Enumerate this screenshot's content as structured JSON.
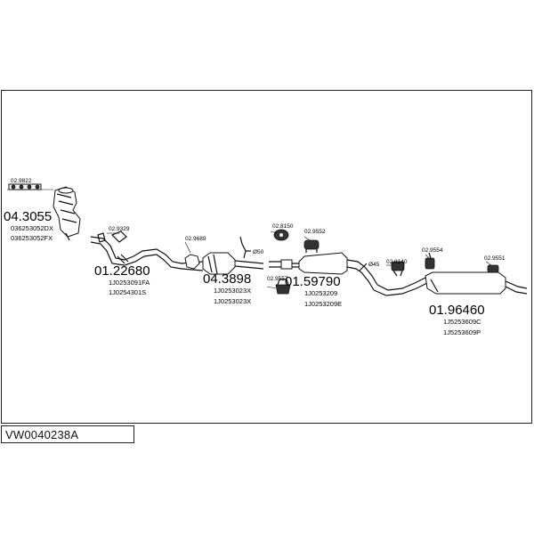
{
  "diagram_code": "VW0040238A",
  "parts": {
    "manifold_cat": {
      "ref": "04.3055",
      "oe": [
        "036253052DX",
        "036253052FX"
      ],
      "gasket": "02.9822"
    },
    "front_pipe": {
      "ref": "01.22680",
      "oe": [
        "1J0253091FA",
        "1J0254301S"
      ],
      "gasket": "02.9329"
    },
    "catalyst": {
      "ref": "04.3898",
      "oe": [
        "1J0253023X",
        "1J0253023X"
      ],
      "gasket": "02.9689"
    },
    "middle_silencer": {
      "ref": "01.59790",
      "oe": [
        "1J0253209",
        "1J0253209E"
      ],
      "mount": "02.9552",
      "clamp": "02.9557",
      "hanger": "02.8150"
    },
    "rear_silencer": {
      "ref": "01.96460",
      "oe": [
        "1J5253609C",
        "1J5253609P"
      ],
      "mount_a": "02.9554",
      "mount_b": "02.8140",
      "mount_c": "02.9551"
    }
  },
  "diameters": {
    "d1": "Ø50",
    "d2": "Ø45"
  }
}
